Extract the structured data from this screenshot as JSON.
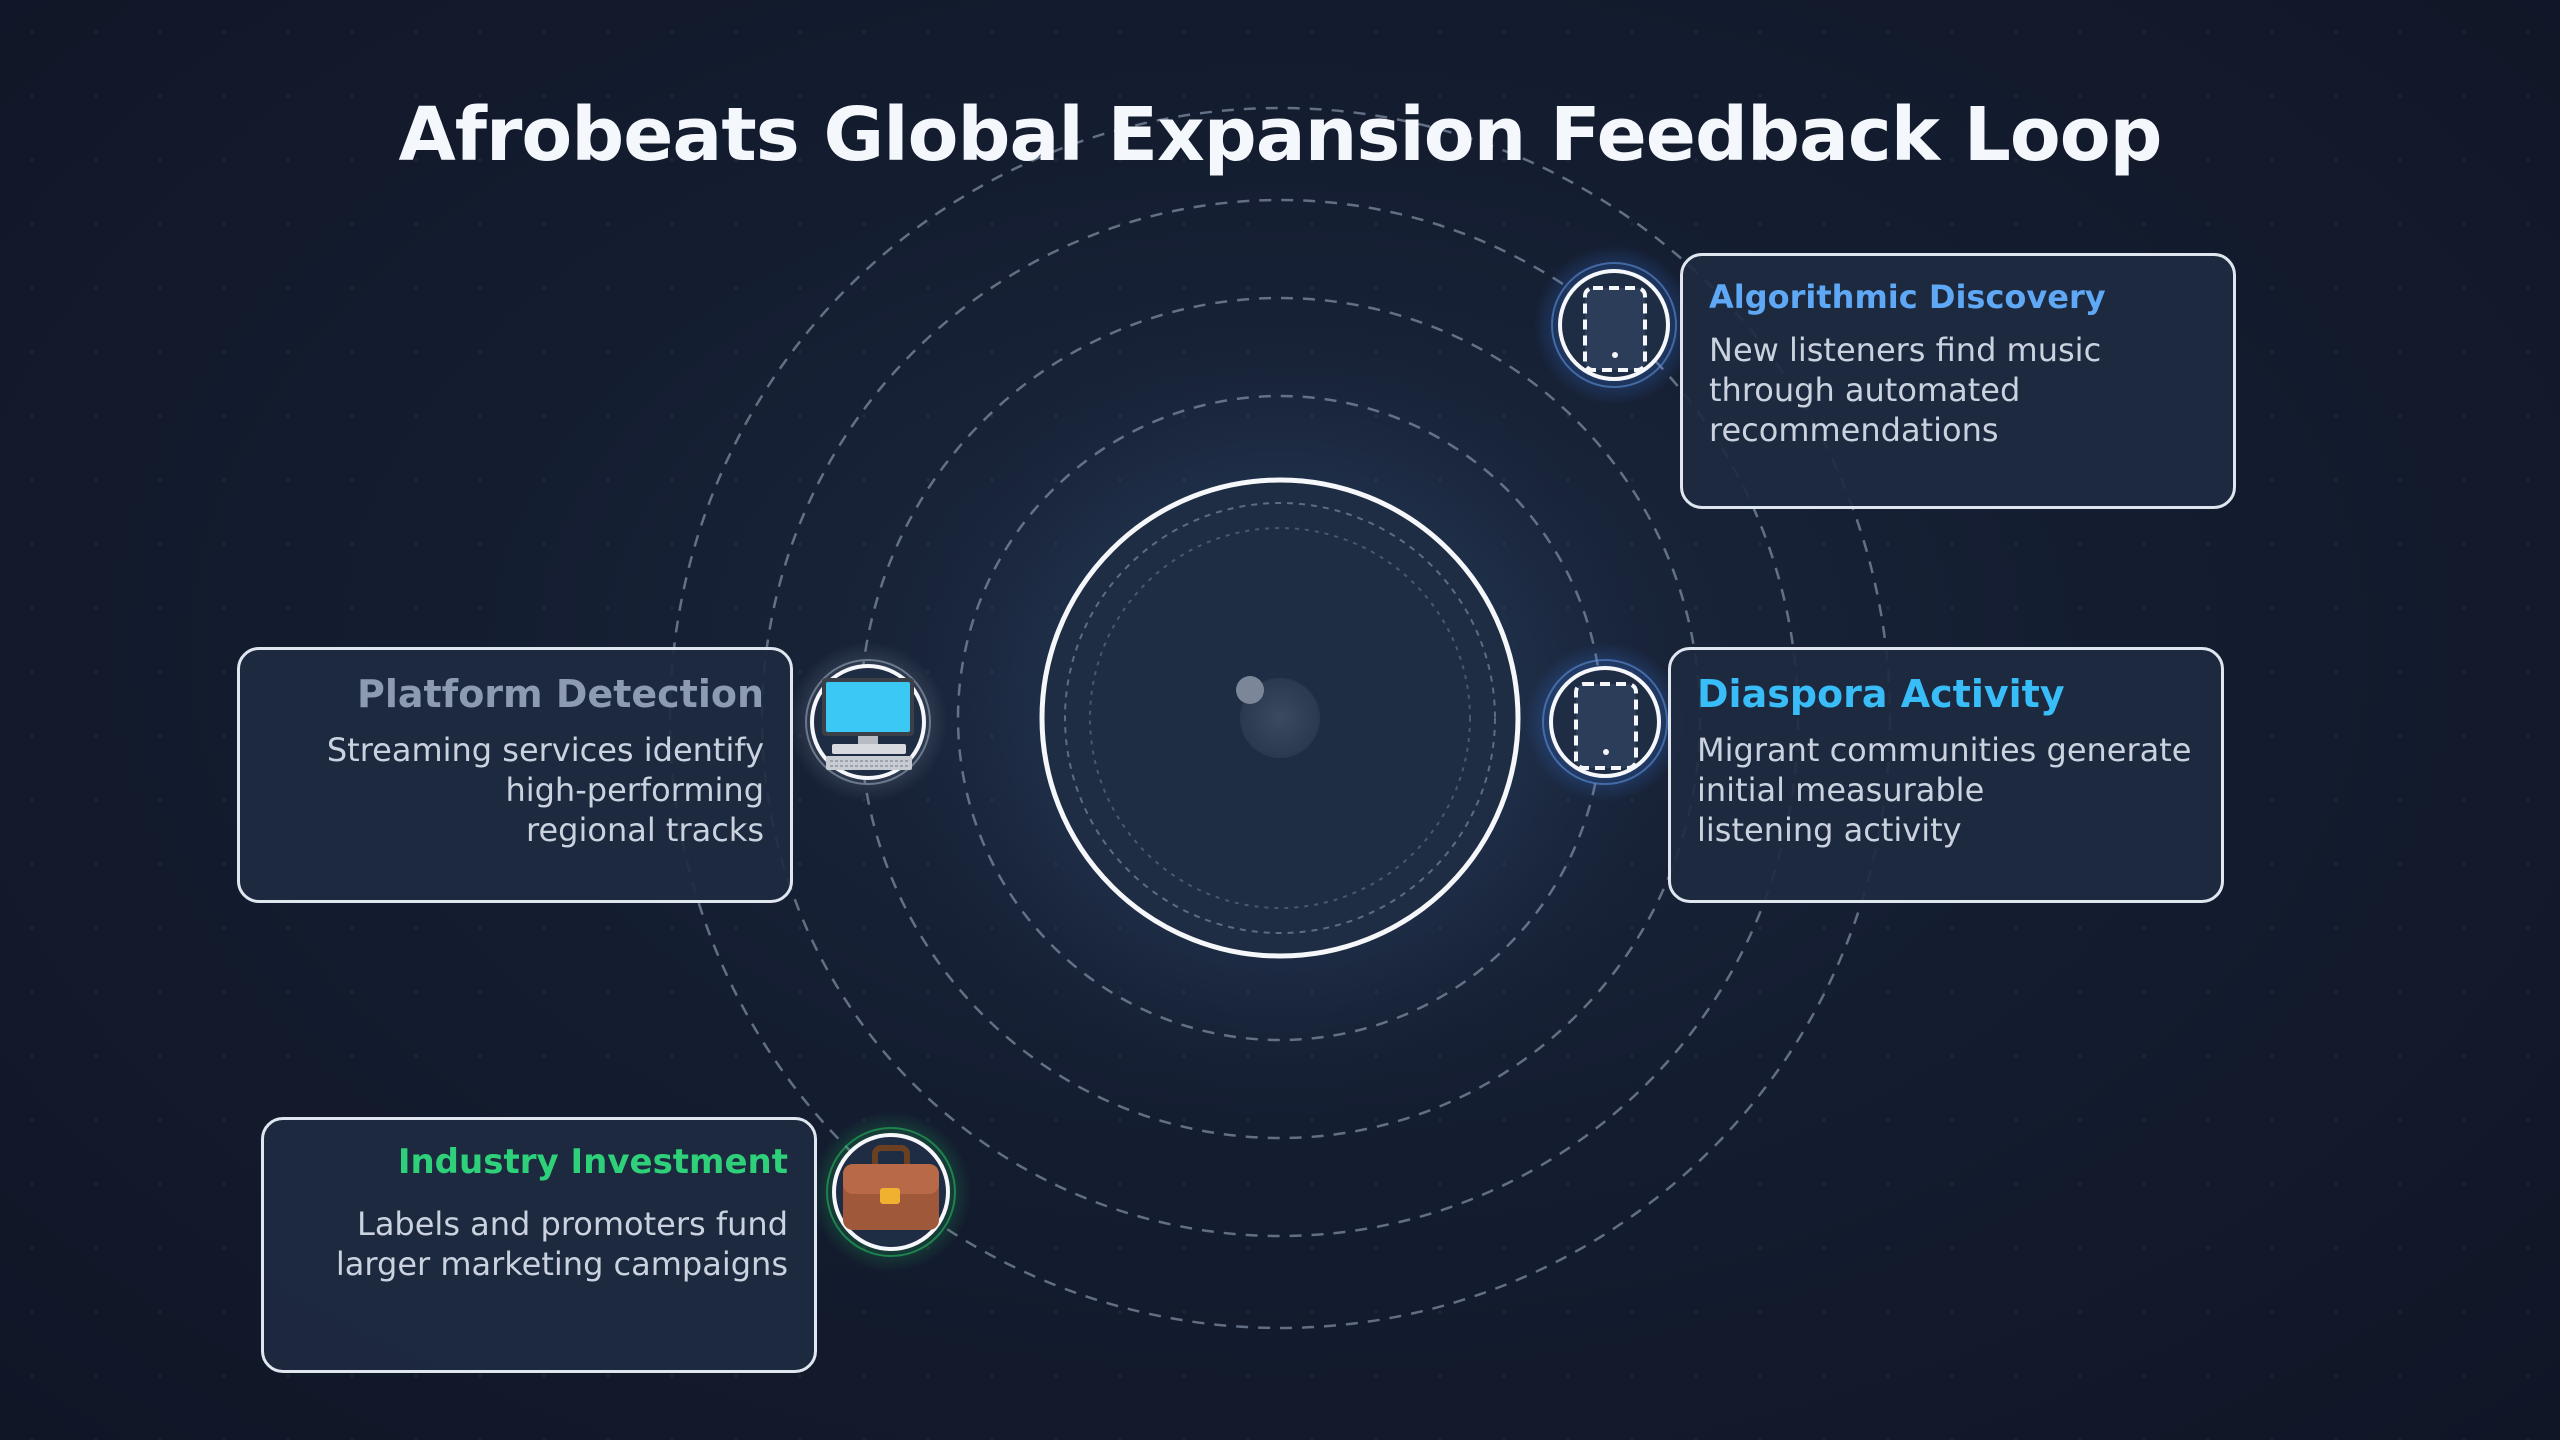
{
  "title": "Afrobeats Global Expansion Feedback Loop",
  "colors": {
    "background": "#141d30",
    "card_border": "#dfe6f0",
    "algorithmic": "#5ea8f5",
    "diaspora": "#38bdf8",
    "platform": "#8d9bb0",
    "industry": "#2fd07a"
  },
  "nodes": [
    {
      "id": "algorithmic",
      "title": "Algorithmic Discovery",
      "description": "New listeners find music\nthrough automated\nrecommendations",
      "icon": "tablet-icon"
    },
    {
      "id": "diaspora",
      "title": "Diaspora Activity",
      "description": "Migrant communities generate\ninitial measurable\nlistening activity",
      "icon": "tablet-icon"
    },
    {
      "id": "platform",
      "title": "Platform Detection",
      "description": "Streaming services identify\nhigh-performing\nregional tracks",
      "icon": "desktop-computer-icon"
    },
    {
      "id": "industry",
      "title": "Industry Investment",
      "description": "Labels and promoters fund\nlarger marketing campaigns",
      "icon": "briefcase-icon"
    }
  ]
}
